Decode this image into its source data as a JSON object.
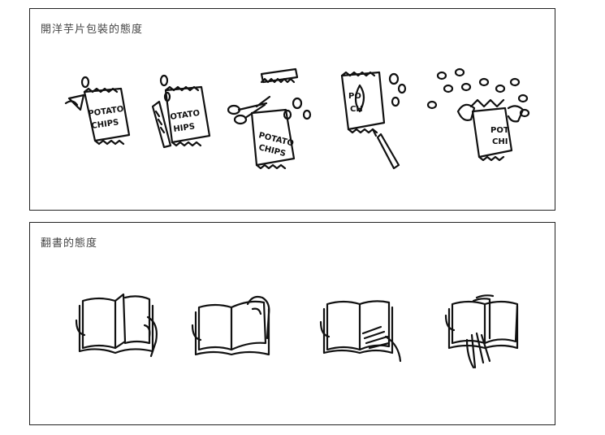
{
  "panels": [
    {
      "title": "開洋芋片包裝的態度",
      "packages": [
        {
          "line1": "POTATO",
          "line2": "CHIPS"
        },
        {
          "line1": "OTATO",
          "line2": "HIPS"
        },
        {
          "line1": "POTATO",
          "line2": "CHIPS"
        },
        {
          "line1": "PO",
          "line2": "CH"
        },
        {
          "line1": "POT",
          "line2": "CHI"
        }
      ]
    },
    {
      "title": "翻書的態度"
    }
  ]
}
